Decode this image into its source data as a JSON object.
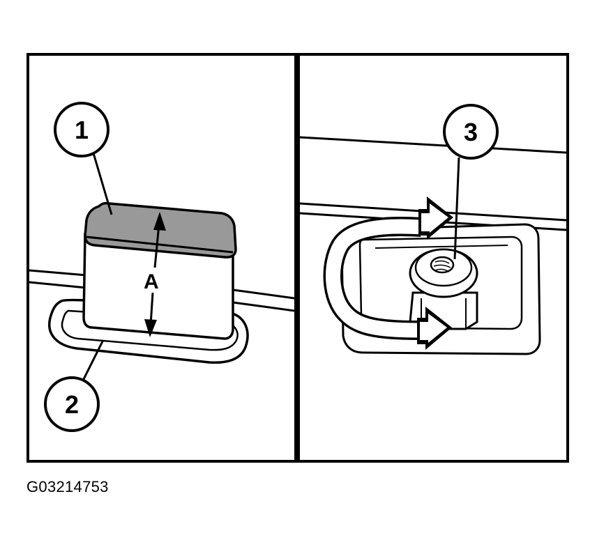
{
  "callouts": {
    "c1": "1",
    "c2": "2",
    "c3": "3"
  },
  "dimension_label": "A",
  "figure_id": "G03214753",
  "colors": {
    "line": "#000000",
    "background": "#ffffff",
    "shaded_top": "#999999"
  }
}
